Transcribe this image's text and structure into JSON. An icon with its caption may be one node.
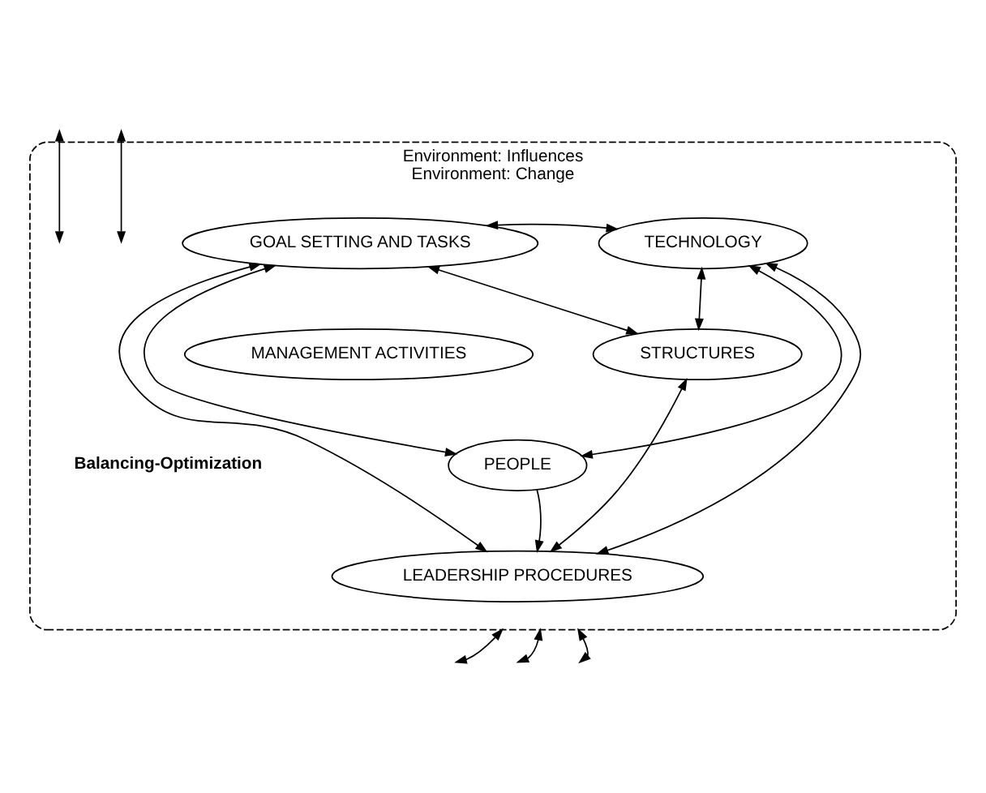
{
  "diagram": {
    "nodes": [
      {
        "text": [
          "Environment: Influences",
          "Environment: Change"
        ]
      },
      {
        "text": [
          "GOAL SETTING AND TASKS"
        ],
        "in": 0
      },
      {
        "text": [
          "TECHNOLOGY"
        ],
        "in": 0
      },
      {
        "text": [
          "MANAGEMENT ACTIVITIES"
        ],
        "in": 0
      },
      {
        "text": [
          "STRUCTURES"
        ],
        "in": 0
      },
      {
        "text": [
          "PEOPLE"
        ],
        "in": 0
      },
      {
        "text": [
          "LEADERSHIP PROCEDURES"
        ],
        "in": 0
      }
    ],
    "edges": [
      {
        "from": null,
        "to": 0,
        "arrow": "both"
      },
      {
        "from": null,
        "to": 0,
        "arrow": "both"
      },
      {
        "from": 1,
        "to": 2,
        "arrow": "both"
      },
      {
        "from": 1,
        "to": 5,
        "arrow": "both"
      },
      {
        "from": 1,
        "to": 4,
        "arrow": "both"
      },
      {
        "from": 1,
        "to": 6,
        "arrow": "both"
      },
      {
        "from": 2,
        "to": 5,
        "arrow": "both"
      },
      {
        "from": 2,
        "to": 6,
        "arrow": "both"
      },
      {
        "from": 2,
        "to": 4,
        "arrow": "both"
      },
      {
        "from": 4,
        "to": 6,
        "arrow": "both"
      },
      {
        "from": 5,
        "to": 6,
        "arrow": "to"
      },
      {
        "from": null,
        "to": 0,
        "arrow": "both"
      },
      {
        "from": null,
        "to": 0,
        "arrow": "both"
      },
      {
        "from": null,
        "to": 0,
        "arrow": "both"
      }
    ],
    "labels": [
      "Balancing-Optimization"
    ]
  }
}
